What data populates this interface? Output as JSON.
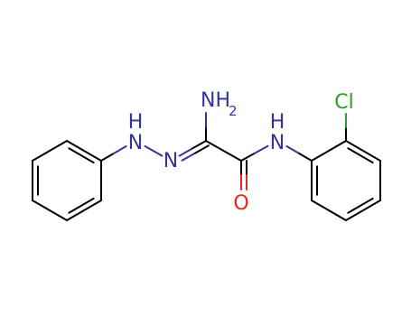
{
  "colors": {
    "bond": "#000000",
    "nitrogen": "#3333a0",
    "oxygen": "#e8281e",
    "chlorine": "#2e9e2e"
  },
  "atom_labels": {
    "nh_hydrazine_h": "H",
    "nh_hydrazine_n": "N",
    "n_imine": "N",
    "nh2_n": "NH",
    "nh2_sub": "2",
    "amide_h": "H",
    "amide_n": "N",
    "carbonyl_o": "O",
    "chlorine": "Cl"
  },
  "bonds": [
    {
      "id": "ph1-1",
      "from": "a1",
      "to": "a2",
      "order": 2
    },
    {
      "id": "ph1-2",
      "from": "a2",
      "to": "a3",
      "order": 1
    },
    {
      "id": "ph1-3",
      "from": "a3",
      "to": "a4",
      "order": 2
    },
    {
      "id": "ph1-4",
      "from": "a4",
      "to": "a5",
      "order": 1
    },
    {
      "id": "ph1-5",
      "from": "a5",
      "to": "a6",
      "order": 2
    },
    {
      "id": "ph1-6",
      "from": "a6",
      "to": "a1",
      "order": 1
    },
    {
      "id": "ph1-nh",
      "from": "a1",
      "to": "n1",
      "order": 1
    },
    {
      "id": "nh-n",
      "from": "n1",
      "to": "n2",
      "order": 1
    },
    {
      "id": "n-c-imine",
      "from": "n2",
      "to": "c1",
      "order": 2
    },
    {
      "id": "c-nh2",
      "from": "c1",
      "to": "n3",
      "order": 1
    },
    {
      "id": "c-c-amide",
      "from": "c1",
      "to": "c2",
      "order": 1
    },
    {
      "id": "c-o",
      "from": "c2",
      "to": "o1",
      "order": 2
    },
    {
      "id": "c-nh-amide",
      "from": "c2",
      "to": "n4",
      "order": 1
    },
    {
      "id": "nh-ph2",
      "from": "n4",
      "to": "b1",
      "order": 1
    },
    {
      "id": "ph2-1",
      "from": "b1",
      "to": "b2",
      "order": 1
    },
    {
      "id": "ph2-2",
      "from": "b2",
      "to": "b3",
      "order": 2
    },
    {
      "id": "ph2-3",
      "from": "b3",
      "to": "b4",
      "order": 1
    },
    {
      "id": "ph2-4",
      "from": "b4",
      "to": "b5",
      "order": 2
    },
    {
      "id": "ph2-5",
      "from": "b5",
      "to": "b6",
      "order": 1
    },
    {
      "id": "ph2-6",
      "from": "b6",
      "to": "b1",
      "order": 2
    },
    {
      "id": "c-cl",
      "from": "b2",
      "to": "cl1",
      "order": 1
    }
  ]
}
